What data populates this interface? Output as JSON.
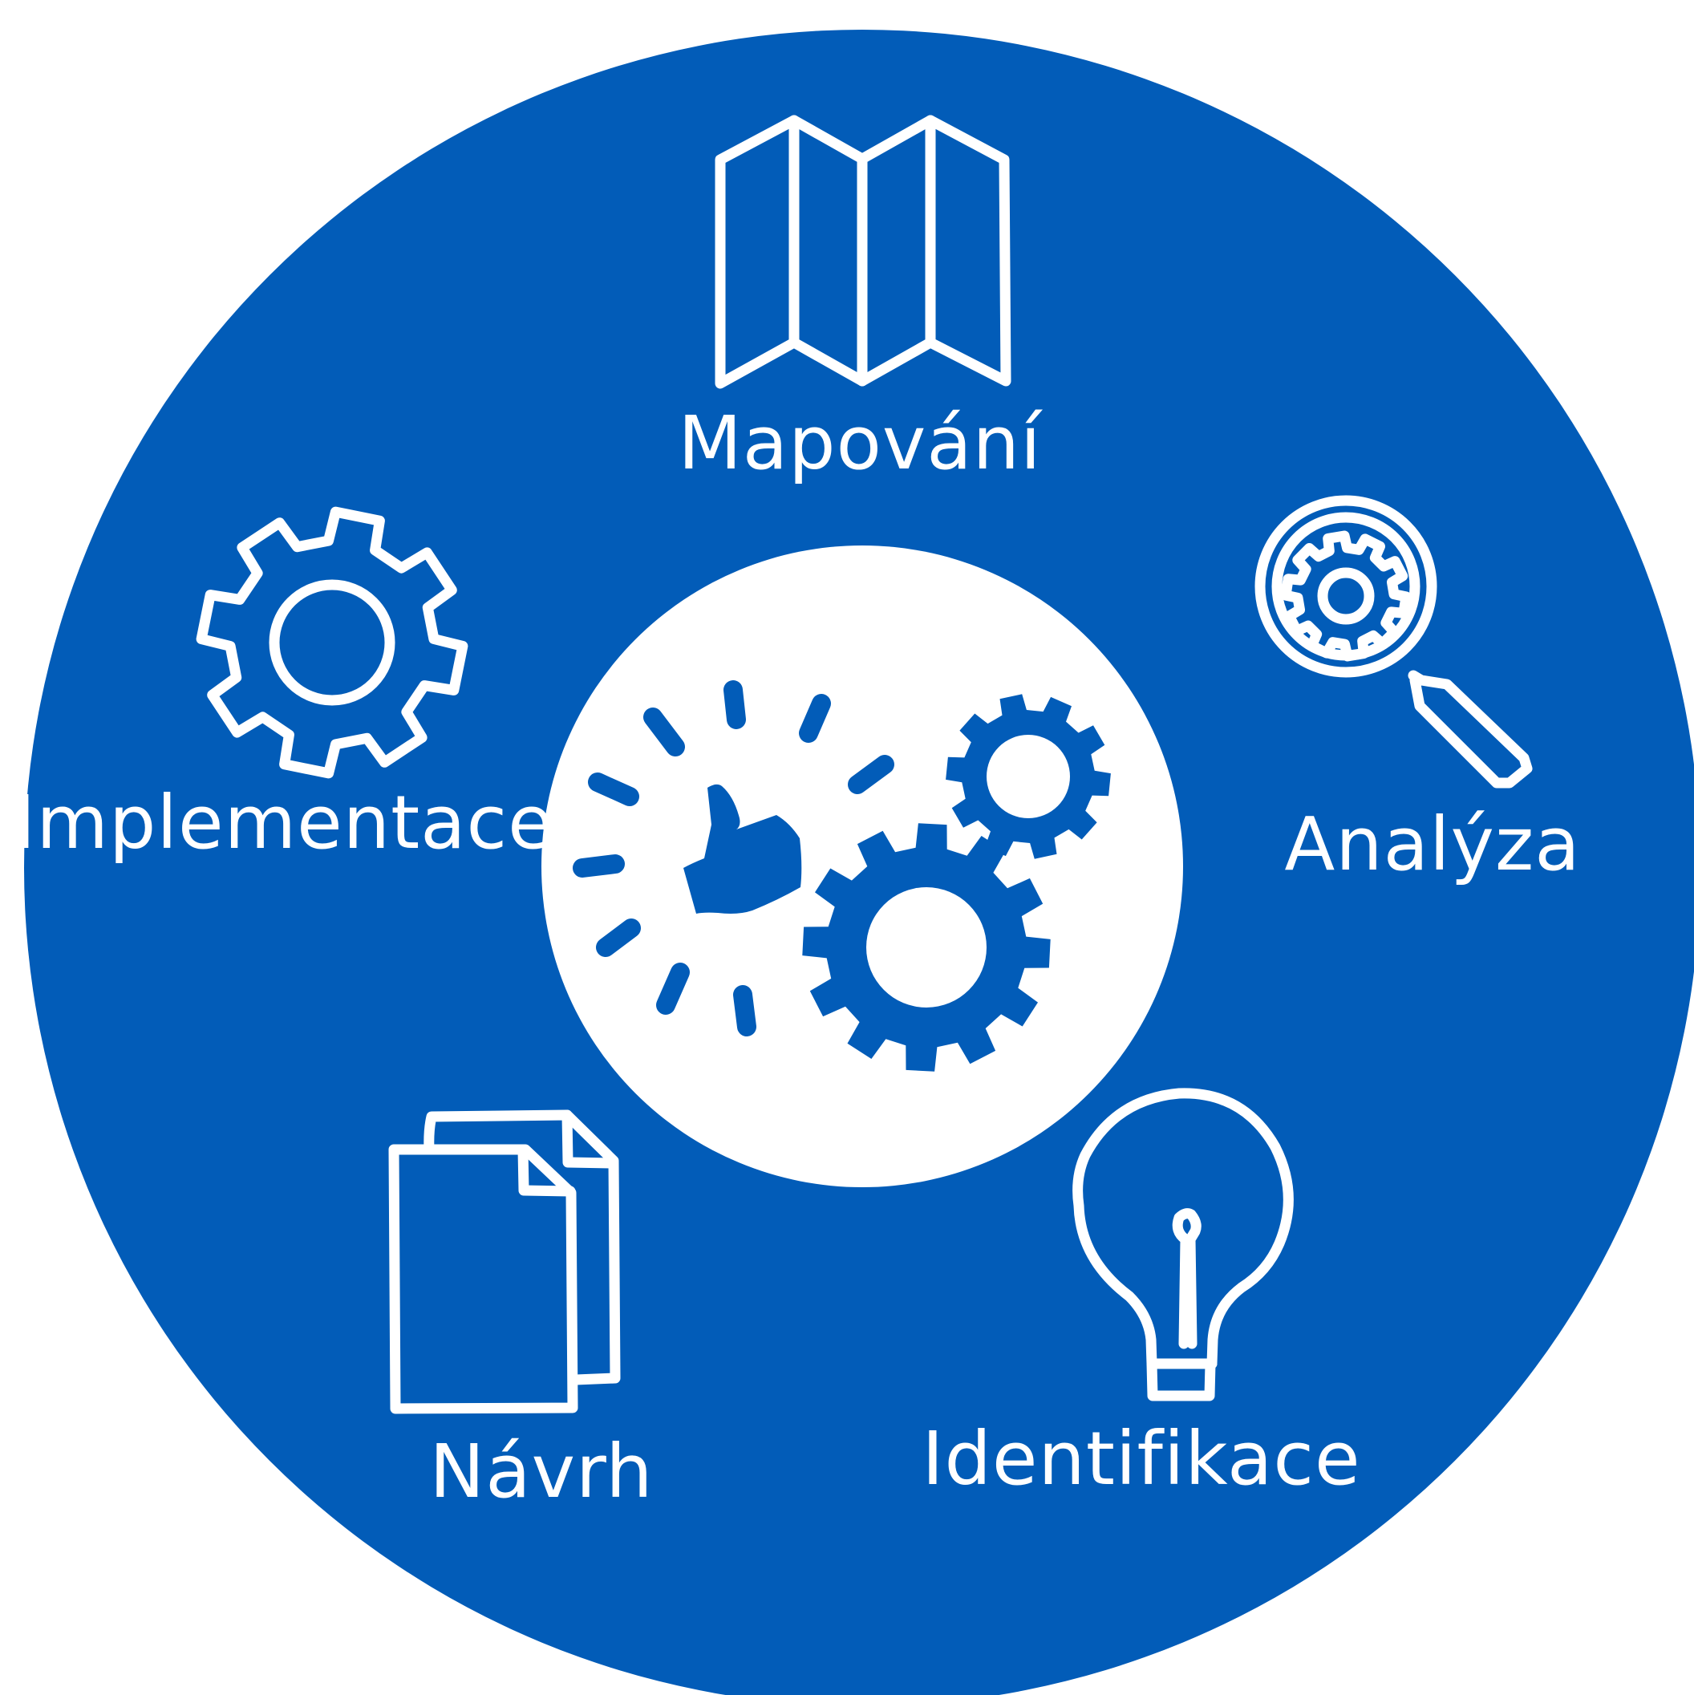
{
  "colors": {
    "background_disc": "#025cb8",
    "foreground": "#ffffff"
  },
  "center": {
    "icons": [
      "thumbs-up-icon",
      "gears-icon"
    ]
  },
  "stages": [
    {
      "label": "Mapování",
      "icon": "map-icon"
    },
    {
      "label": "Analýza",
      "icon": "magnifier-gear-icon"
    },
    {
      "label": "Identifikace",
      "icon": "lightbulb-icon"
    },
    {
      "label": "Návrh",
      "icon": "documents-icon"
    },
    {
      "label": "Implementace",
      "icon": "gear-icon"
    }
  ]
}
